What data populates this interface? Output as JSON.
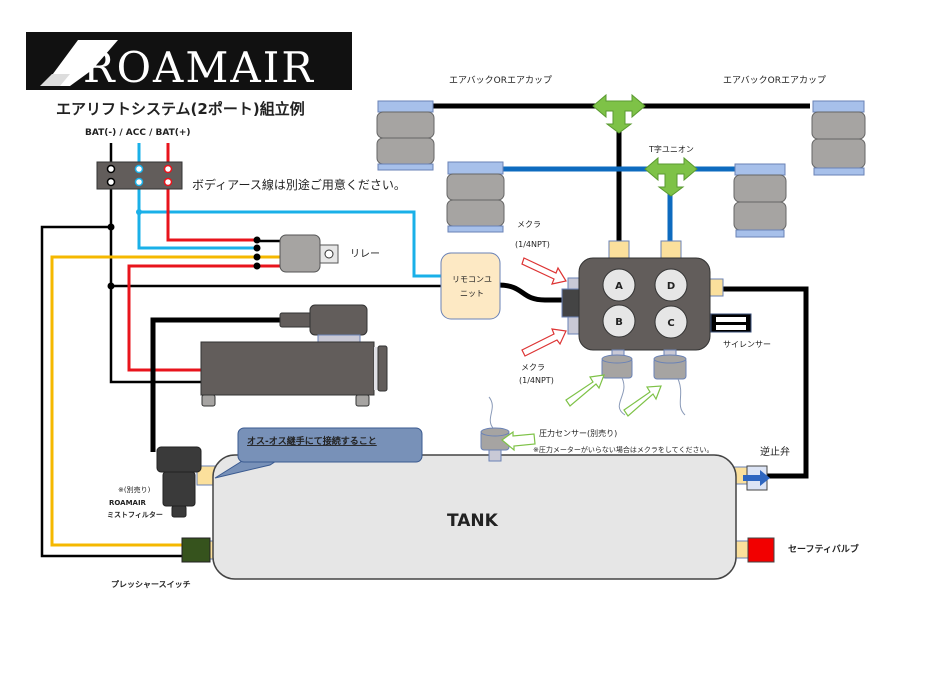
{
  "logo": {
    "text": "ROAMAIR",
    "mark": "R"
  },
  "title": "エアリフトシステム(2ポート)組立例",
  "terminal_header": "BAT(-)  /  ACC   /  BAT(+)",
  "body_ground_note": "ボディアース線は別途ご用意ください。",
  "relay_label": "リレー",
  "remote_unit_label_line1": "リモコンユ",
  "remote_unit_label_line2": "ニット",
  "airbag_label_left": "エアバックORエアカップ",
  "airbag_label_right": "エアバックORエアカップ",
  "t_union_label": "T字ユニオン",
  "plug_top_label_line1": "メクラ",
  "plug_top_label_line2": "(1/4NPT)",
  "plug_bottom_label_line1": "メクラ",
  "plug_bottom_label_line2": "(1/4NPT)",
  "valve_ports": [
    "A",
    "D",
    "B",
    "C"
  ],
  "silencer_label": "サイレンサー",
  "callout_text": "オス-オス継手にて接続すること",
  "pressure_sensor_label": "圧力センサー(別売り)",
  "pressure_note": "※圧力メーターがいらない場合はメクラをしてください。",
  "check_valve_label": "逆止弁",
  "tank_label": "TANK",
  "filter_label_line1": "※(別売り)",
  "filter_label_line2": "ROAMAIR",
  "filter_label_line3": "ミストフィルター",
  "safety_valve_label": "セーフティバルブ",
  "pressure_switch_label": "プレッシャースイッチ",
  "colors": {
    "wire_black": "#000000",
    "wire_acc": "#1ab0e8",
    "wire_red": "#e8141c",
    "wire_yellow": "#f5b800",
    "air_line_blue": "#0e6bbf",
    "t_union_green": "#7ec247",
    "airbag_gray": "#a6a4a2",
    "airbag_plate": "#a7c0ea",
    "device_dark": "#625d5b",
    "fitting_yellow": "#fbe09c",
    "tank_fill": "#e6e6e6",
    "callout_fill": "#7891b8",
    "safety_red": "#f20000",
    "pressure_switch_green": "#36531d"
  }
}
